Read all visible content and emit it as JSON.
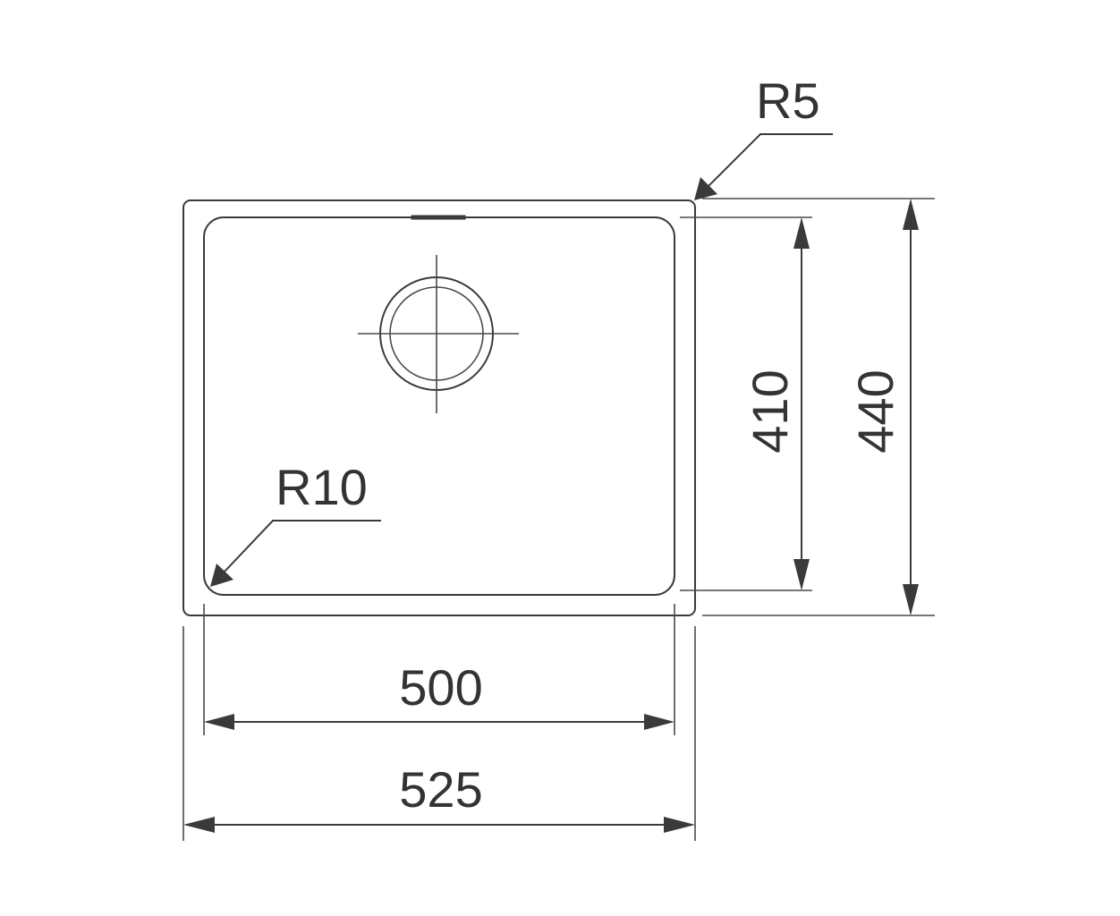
{
  "labels": {
    "outer_corner_radius": "R5",
    "inner_corner_radius": "R10",
    "inner_width": "500",
    "outer_width": "525",
    "inner_height": "410",
    "outer_height": "440"
  }
}
